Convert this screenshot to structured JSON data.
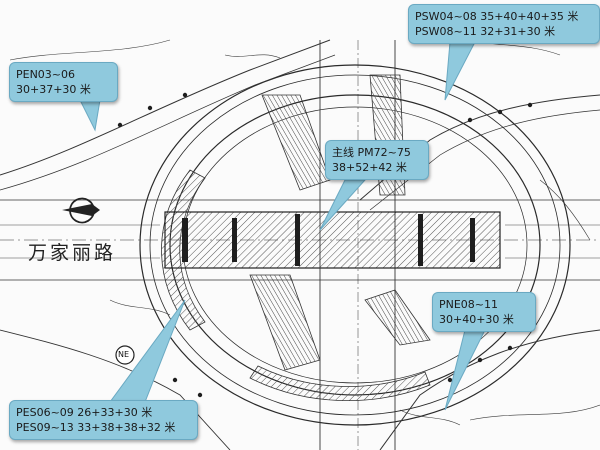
{
  "road_label": "万家丽路",
  "callouts": {
    "pen": {
      "line1": "PEN03~06",
      "line2": "30+37+30 米"
    },
    "psw": {
      "line1": "PSW04~08  35+40+40+35 米",
      "line2": "PSW08~11  32+31+30 米"
    },
    "main": {
      "line1": "主线 PM72~75",
      "line2": "38+52+42 米"
    },
    "pne": {
      "line1": "PNE08~11",
      "line2": "30+40+30 米"
    },
    "pes": {
      "line1": "PES06~09   26+33+30 米",
      "line2": "PES09~13  33+38+38+32 米"
    }
  },
  "marker_label": "NE",
  "colors": {
    "callout_fill": "#8fc9dd",
    "callout_border": "#6aa9c2",
    "linework": "#1e1e1e"
  }
}
